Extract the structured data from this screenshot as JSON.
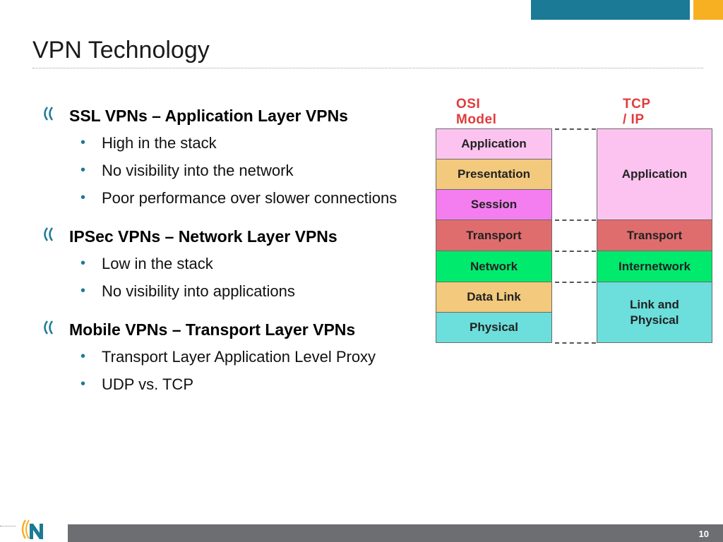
{
  "slide": {
    "title": "VPN Technology",
    "page_number": "10"
  },
  "sections": [
    {
      "heading": "SSL VPNs – Application Layer VPNs",
      "items": [
        "High in the stack",
        "No visibility into the network",
        "Poor performance over slower connections"
      ]
    },
    {
      "heading": "IPSec VPNs – Network Layer VPNs",
      "items": [
        "Low in the stack",
        "No visibility into applications"
      ]
    },
    {
      "heading": "Mobile VPNs – Transport Layer VPNs",
      "items": [
        "Transport Layer Application Level Proxy",
        "UDP vs. TCP"
      ]
    }
  ],
  "diagram": {
    "osi_title": "OSI Model",
    "tcp_title": "TCP / IP",
    "osi_layers": [
      {
        "label": "Application",
        "color": "#fcc3f0"
      },
      {
        "label": "Presentation",
        "color": "#f2c97d"
      },
      {
        "label": "Session",
        "color": "#f47ef0"
      },
      {
        "label": "Transport",
        "color": "#e06d6d"
      },
      {
        "label": "Network",
        "color": "#00ea6e"
      },
      {
        "label": "Data Link",
        "color": "#f2c97d"
      },
      {
        "label": "Physical",
        "color": "#6cdedc"
      }
    ],
    "tcp_layers": [
      {
        "label": "Application",
        "color": "#fcc3f0"
      },
      {
        "label": "Transport",
        "color": "#e06d6d"
      },
      {
        "label": "Internetwork",
        "color": "#00ea6e"
      },
      {
        "label": "Link and Physical",
        "color": "#6cdedc"
      }
    ]
  },
  "colors": {
    "accent_teal": "#1b7a95",
    "accent_gold": "#f7b022",
    "footer_gray": "#6d6e71"
  }
}
